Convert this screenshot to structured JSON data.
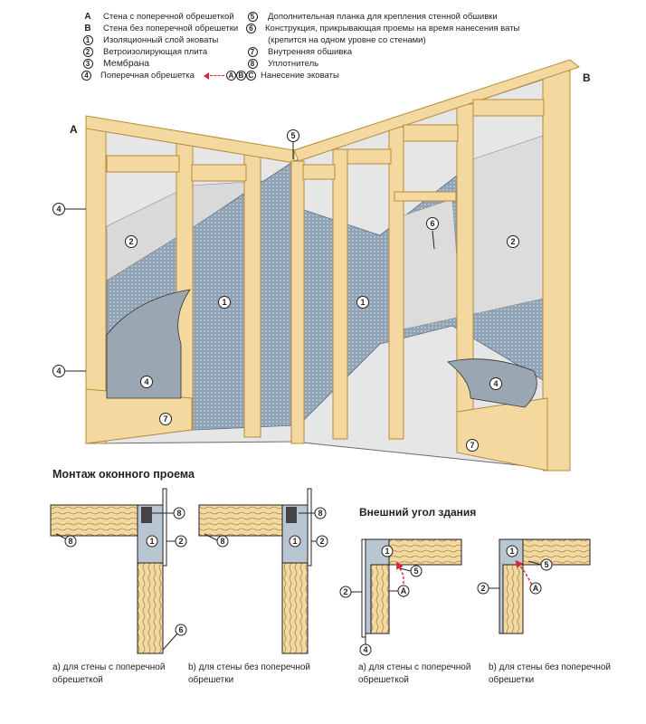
{
  "legend": {
    "left": [
      {
        "key": "A",
        "text": "Стена с поперечной обрешеткой"
      },
      {
        "key": "B",
        "text": "Стена без поперечной обрешетки"
      },
      {
        "key": "1",
        "text": "Изоляционный слой эковаты"
      },
      {
        "key": "2",
        "text": "Ветроизолирующая плита"
      },
      {
        "key": "3",
        "text": "Мембрана"
      },
      {
        "key": "4",
        "text": "Поперечная обрешетка"
      }
    ],
    "right": [
      {
        "key": "5",
        "text": "Дополнительная планка для крепления стенной обшивки"
      },
      {
        "key": "6",
        "text": "Конструкция, прикрывающая проемы на время нанесения ваты",
        "sub": "(крепится на одном уровне со стенами)"
      },
      {
        "key": "7",
        "text": "Внутренняя обшивка"
      },
      {
        "key": "8",
        "text": "Уплотнитель"
      },
      {
        "key": "ABC",
        "text": "Нанесение эковаты"
      }
    ],
    "arrow_refs": [
      "A",
      "B",
      "C"
    ]
  },
  "main": {
    "wall_a": "A",
    "wall_b": "B"
  },
  "window_section": {
    "title": "Монтаж оконного проема",
    "caption_a": "а) для стены с поперечной обрешеткой",
    "caption_b": "b) для стены без поперечной обрешетки"
  },
  "corner_section": {
    "title": "Внешний угол здания",
    "caption_a": "а) для стены с поперечной обрешеткой",
    "caption_b": "b) для стены без поперечной обрешетки"
  },
  "colors": {
    "wood": "#f3d9a0",
    "wood_edge": "#b88a3a",
    "insulation": "#8fa3b5",
    "board": "#dcdcdc",
    "arrow": "#d7263d"
  }
}
